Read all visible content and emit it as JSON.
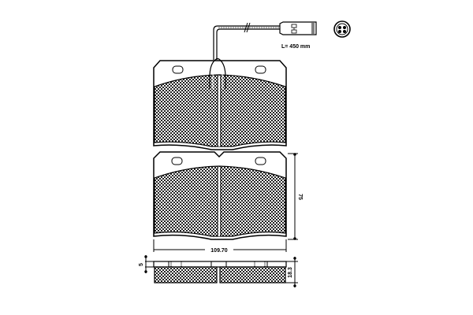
{
  "drawing": {
    "subject": "Brake pad set with wear sensor",
    "sensor_length_label": "L= 450 mm",
    "width_label": "109.70",
    "height_label": "75",
    "backplate_thickness_label": "5",
    "total_thickness_label": "18.3"
  },
  "colors": {
    "line": "#000000",
    "background": "#ffffff",
    "friction_fill": "#4a4a4a"
  }
}
